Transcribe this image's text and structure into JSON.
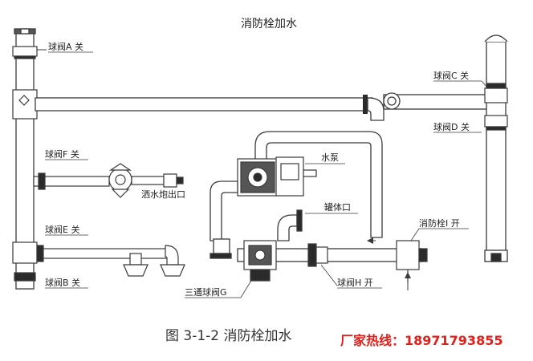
{
  "diagram": {
    "title": "消防栓加水",
    "caption": "图 3-1-2  消防栓加水",
    "hotline": "厂家热线：18971793855",
    "labels": {
      "valve_a": "球阀A 关",
      "valve_b": "球阀B 关",
      "valve_c": "球阀C 关",
      "valve_d": "球阀D 关",
      "valve_e": "球阀E 关",
      "valve_f": "球阀F 关",
      "valve_g": "三通球阀G",
      "valve_h": "球阀H 开",
      "hydrant_i": "消防栓I 开",
      "pump": "水泵",
      "tank_port": "罐体口",
      "cannon": "洒水炮出口"
    }
  },
  "colors": {
    "line": "#3a3a3a",
    "pipe_fill": "#ffffff",
    "valve_dark": "#2b2b2b",
    "hotline": "#e0201c"
  }
}
